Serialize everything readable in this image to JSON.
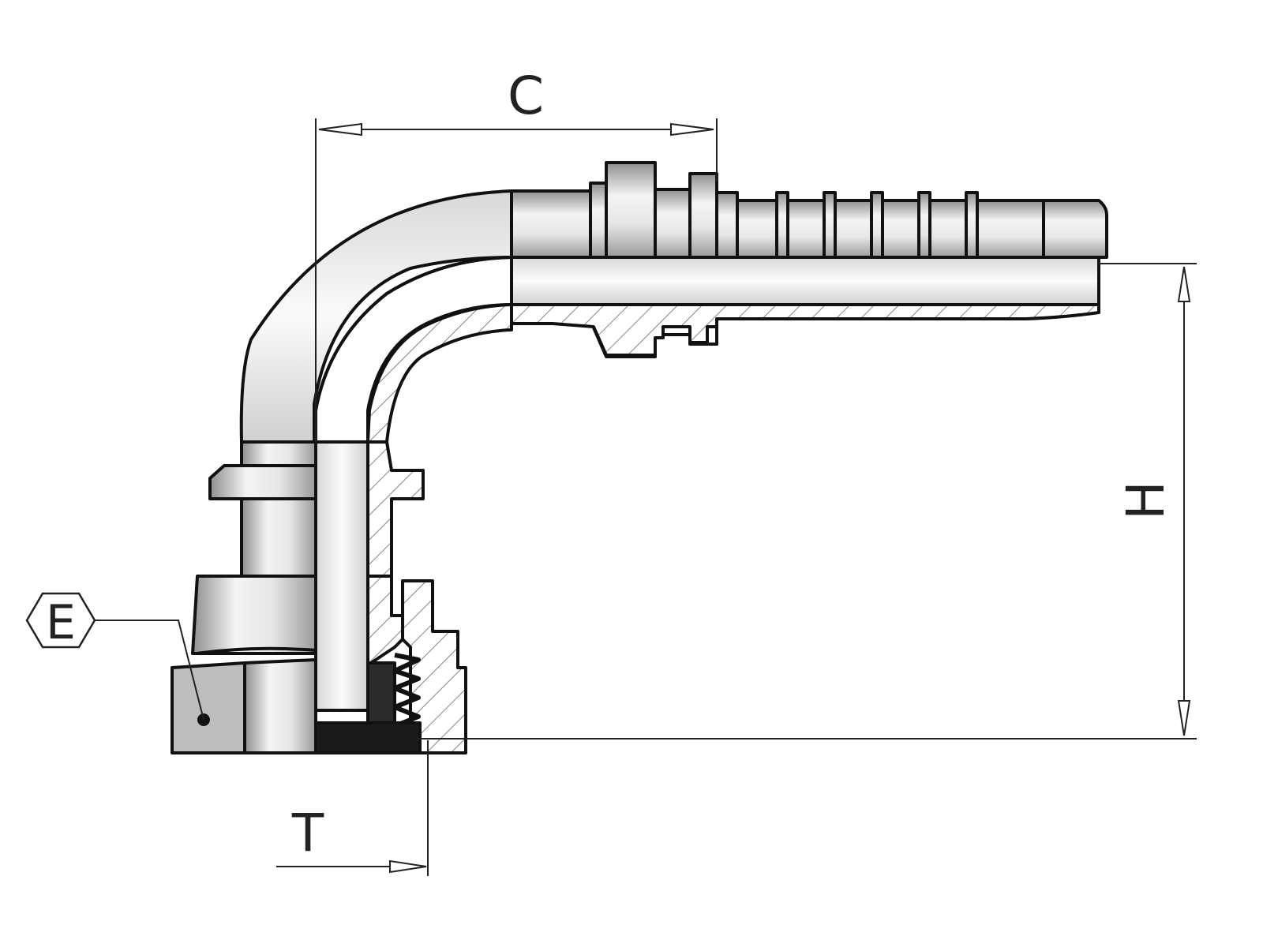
{
  "diagram": {
    "labels": {
      "c": "C",
      "h": "H",
      "t": "T",
      "e": "E"
    },
    "colors": {
      "outline": "#111111",
      "metal_light": "#f2f2f2",
      "metal_mid": "#c9c9c9",
      "metal_dark": "#8c8c8c",
      "bore": "#f7f7f7",
      "hatch": "#555555",
      "nut_gray": "#bdbdbd",
      "dimension": "#222222"
    }
  }
}
